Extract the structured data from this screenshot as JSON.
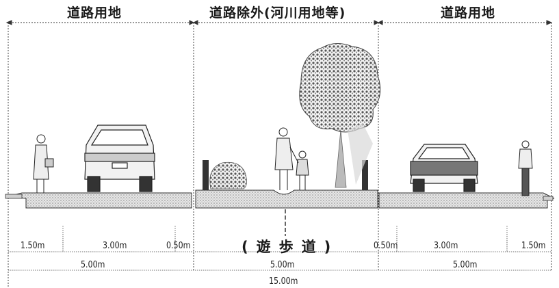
{
  "headers": {
    "left": "道路用地",
    "center": "道路除外(河川用地等)",
    "right": "道路用地"
  },
  "center_label": "(遊歩道)",
  "dimensions": {
    "left_sidewalk": "1.50m",
    "left_lane": "3.00m",
    "left_shoulder": "0.50m",
    "right_shoulder": "0.50m",
    "right_lane": "3.00m",
    "right_sidewalk": "1.50m",
    "left_total": "5.00m",
    "center_total": "5.00m",
    "right_total": "5.00m",
    "overall_total": "15.00m"
  }
}
